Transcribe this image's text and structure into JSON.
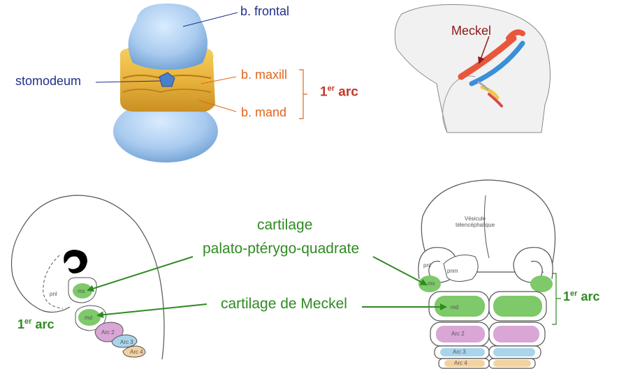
{
  "top_left_figure": {
    "frontal_label": "b. frontal",
    "stomodeum_label": "stomodeum",
    "maxill_label": "b. maxill",
    "mand_label": "b. mand",
    "arc_number": "1",
    "arc_sup": "er",
    "arc_word": "arc"
  },
  "top_right_figure": {
    "meckel_label": "Meckel"
  },
  "center_labels": {
    "cartilage": "cartilage",
    "palato": "palato-ptérygo-quadrate",
    "meckel_cartilage": "cartilage de Meckel"
  },
  "bottom_left_figure": {
    "pnl": "pnl",
    "mx": "mx",
    "md": "md",
    "arc2": "Arc 2",
    "arc3": "Arc 3",
    "arc4": "Arc 4",
    "arc_number": "1",
    "arc_sup": "er",
    "arc_word": "arc"
  },
  "bottom_right_figure": {
    "vesicule_line1": "Vésicule",
    "vesicule_line2": "télencéphalique",
    "pnl": "pnl",
    "pnm": "pnm",
    "mx": "mx",
    "md": "md",
    "arc2": "Arc 2",
    "arc3": "Arc 3",
    "arc4": "Arc 4",
    "arc_number": "1",
    "arc_sup": "er",
    "arc_word": "arc"
  },
  "colors": {
    "frontal_blue": "#a9cbef",
    "maxill_yellow": "#e8b33c",
    "label_navy": "#1f2f8c",
    "label_orange": "#e2651d",
    "arc_red": "#c0392b",
    "cartilage_green": "#2f8a22",
    "mx_md_fill": "#7ec96a",
    "arc2_fill": "#d9a6d6",
    "arc3_fill": "#a9d4ea",
    "arc4_fill": "#f3d2a2",
    "meckel_red": "#e8573c",
    "meckel_blue": "#3a8fd9"
  }
}
